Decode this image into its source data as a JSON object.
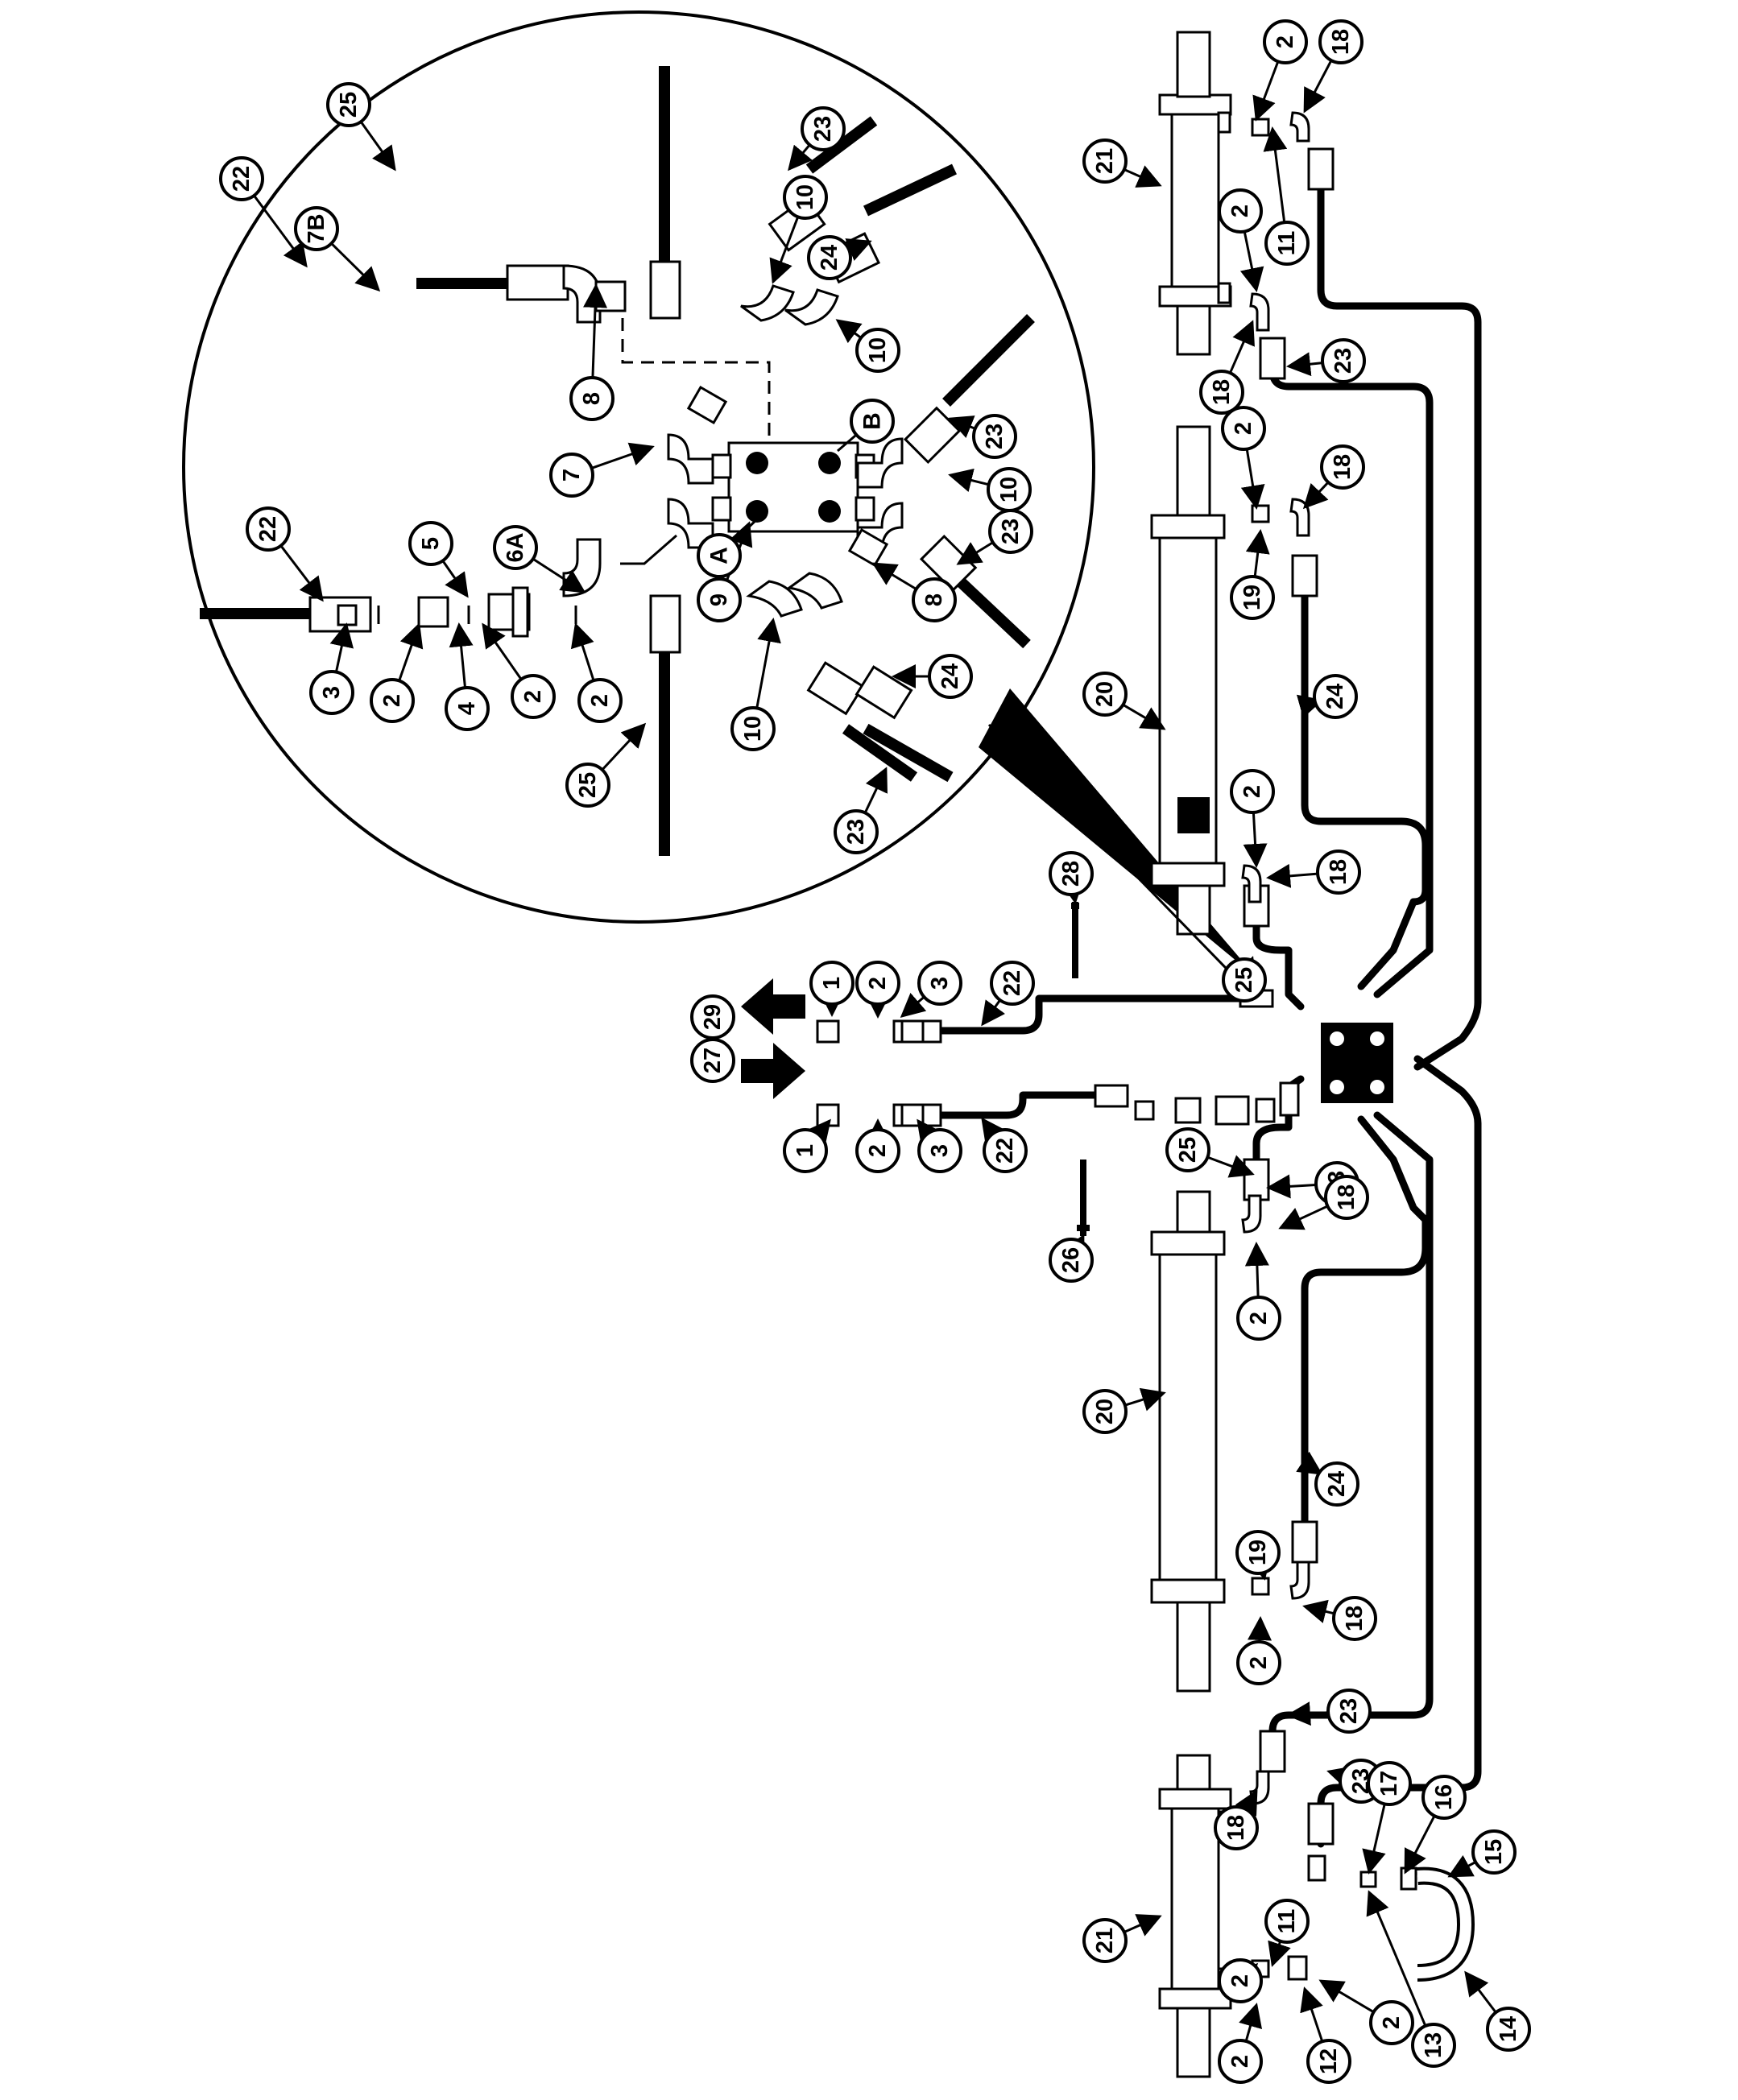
{
  "diagram": {
    "arrow_glyph": "filled-arrow",
    "callouts": [
      {
        "n": "1"
      },
      {
        "n": "2"
      },
      {
        "n": "3"
      },
      {
        "n": "22"
      },
      {
        "n": "1"
      },
      {
        "n": "2"
      },
      {
        "n": "3"
      },
      {
        "n": "22"
      },
      {
        "n": "29"
      },
      {
        "n": "27"
      },
      {
        "n": "28"
      },
      {
        "n": "26"
      },
      {
        "n": "25"
      },
      {
        "n": "25"
      },
      {
        "n": "21"
      },
      {
        "n": "2"
      },
      {
        "n": "18"
      },
      {
        "n": "11"
      },
      {
        "n": "2"
      },
      {
        "n": "18"
      },
      {
        "n": "23"
      },
      {
        "n": "2"
      },
      {
        "n": "18"
      },
      {
        "n": "19"
      },
      {
        "n": "20"
      },
      {
        "n": "24"
      },
      {
        "n": "2"
      },
      {
        "n": "18"
      },
      {
        "n": "23"
      },
      {
        "n": "18"
      },
      {
        "n": "2"
      },
      {
        "n": "20"
      },
      {
        "n": "24"
      },
      {
        "n": "19"
      },
      {
        "n": "18"
      },
      {
        "n": "2"
      },
      {
        "n": "23"
      },
      {
        "n": "18"
      },
      {
        "n": "23"
      },
      {
        "n": "21"
      },
      {
        "n": "2"
      },
      {
        "n": "11"
      },
      {
        "n": "2"
      },
      {
        "n": "12"
      },
      {
        "n": "2"
      },
      {
        "n": "13"
      },
      {
        "n": "14"
      },
      {
        "n": "15"
      },
      {
        "n": "16"
      },
      {
        "n": "17"
      },
      {
        "n": "22"
      },
      {
        "n": "7B"
      },
      {
        "n": "25"
      },
      {
        "n": "10"
      },
      {
        "n": "23"
      },
      {
        "n": "24"
      },
      {
        "n": "10"
      },
      {
        "n": "8"
      },
      {
        "n": "7"
      },
      {
        "n": "23"
      },
      {
        "n": "10"
      },
      {
        "n": "22"
      },
      {
        "n": "5"
      },
      {
        "n": "6A"
      },
      {
        "n": "9"
      },
      {
        "n": "23"
      },
      {
        "n": "8"
      },
      {
        "n": "3"
      },
      {
        "n": "2"
      },
      {
        "n": "4"
      },
      {
        "n": "2"
      },
      {
        "n": "2"
      },
      {
        "n": "10"
      },
      {
        "n": "24"
      },
      {
        "n": "25"
      },
      {
        "n": "23"
      }
    ],
    "port_labels": {
      "a": "A",
      "b": "B"
    }
  }
}
